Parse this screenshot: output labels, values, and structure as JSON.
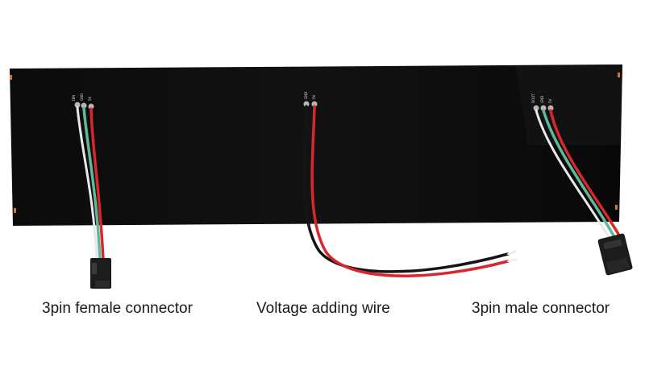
{
  "captions": {
    "female_connector": "3pin female connector",
    "voltage_wire": "Voltage adding wire",
    "male_connector": "3pin male connector"
  },
  "pad_labels": {
    "left": [
      "DIN",
      "GND",
      "5V"
    ],
    "middle": [
      "GND",
      "5V"
    ],
    "right": [
      "DOUT",
      "GND",
      "5V"
    ]
  },
  "colors": {
    "panel": "#0a0a0a",
    "wire_red": "#d8262a",
    "wire_green": "#5fb89a",
    "wire_black": "#141414",
    "wire_white": "#e8e8e8",
    "connector": "#1c1c1c",
    "contact_copper": "#c9783a"
  }
}
